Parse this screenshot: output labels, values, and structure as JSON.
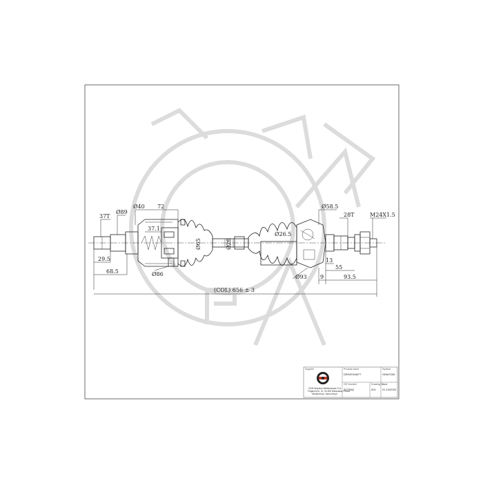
{
  "dimensions": {
    "spline_left": "37T",
    "dia_89": "Ø89",
    "dia_40": "Ø40",
    "len_72": "72",
    "len_37_1": "37.1",
    "dia_65": "Ø65",
    "dia_86": "Ø86",
    "dia_26": "Ø26",
    "dia_26_5": "Ø26.5",
    "dia_58_5": "Ø58.5",
    "spline_right": "28T",
    "thread": "M24X1.5",
    "len_29_5": "29.5",
    "len_68_5": "68.5",
    "len_13": "13",
    "len_55": "55",
    "len_9": "9",
    "dia_93": "Ø93",
    "len_93_5": "93.5",
    "overall": "(COL) 656 ± 3"
  },
  "title_block": {
    "supplier_header": "Supplier",
    "company_name": "ODM Wspólne Wielkościowe S.A.",
    "company_address": "Fragment ul. 21, 00-000 Warszawa, Polska",
    "company_contact": "info@odm.pl, www.odm.pl",
    "product_header": "Product name",
    "product_value": "DRIVESHAFT",
    "symbol_header": "Symbol",
    "symbol_value": "ODM7026",
    "oe_header": "OE Number",
    "oe_value": "3273NQ",
    "drawing_header": "Drawing No.",
    "drawing_value": "001",
    "date_header": "Date",
    "date_value": "01.10/2020"
  }
}
